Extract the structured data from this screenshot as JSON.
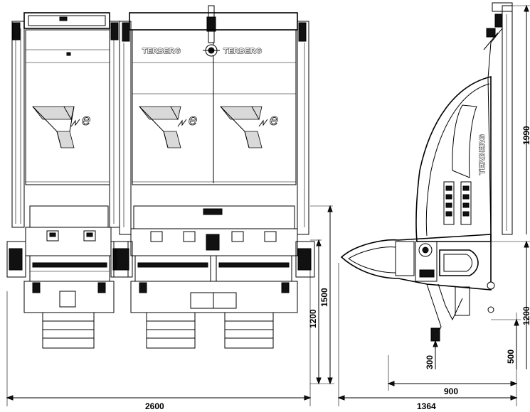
{
  "brand": {
    "wordmark": "TERBERG",
    "side_wordmark": "TERBERG",
    "logo_text": "e"
  },
  "dimensions": {
    "overall_width": "2600",
    "side_depth": "1364",
    "side_reach": "900",
    "height_upper": "1990",
    "height_1500": "1500",
    "height_1200_front": "1200",
    "height_1200_side": "1200",
    "height_500": "500",
    "height_300": "300"
  },
  "colors": {
    "line": "#000000",
    "background": "#ffffff"
  }
}
